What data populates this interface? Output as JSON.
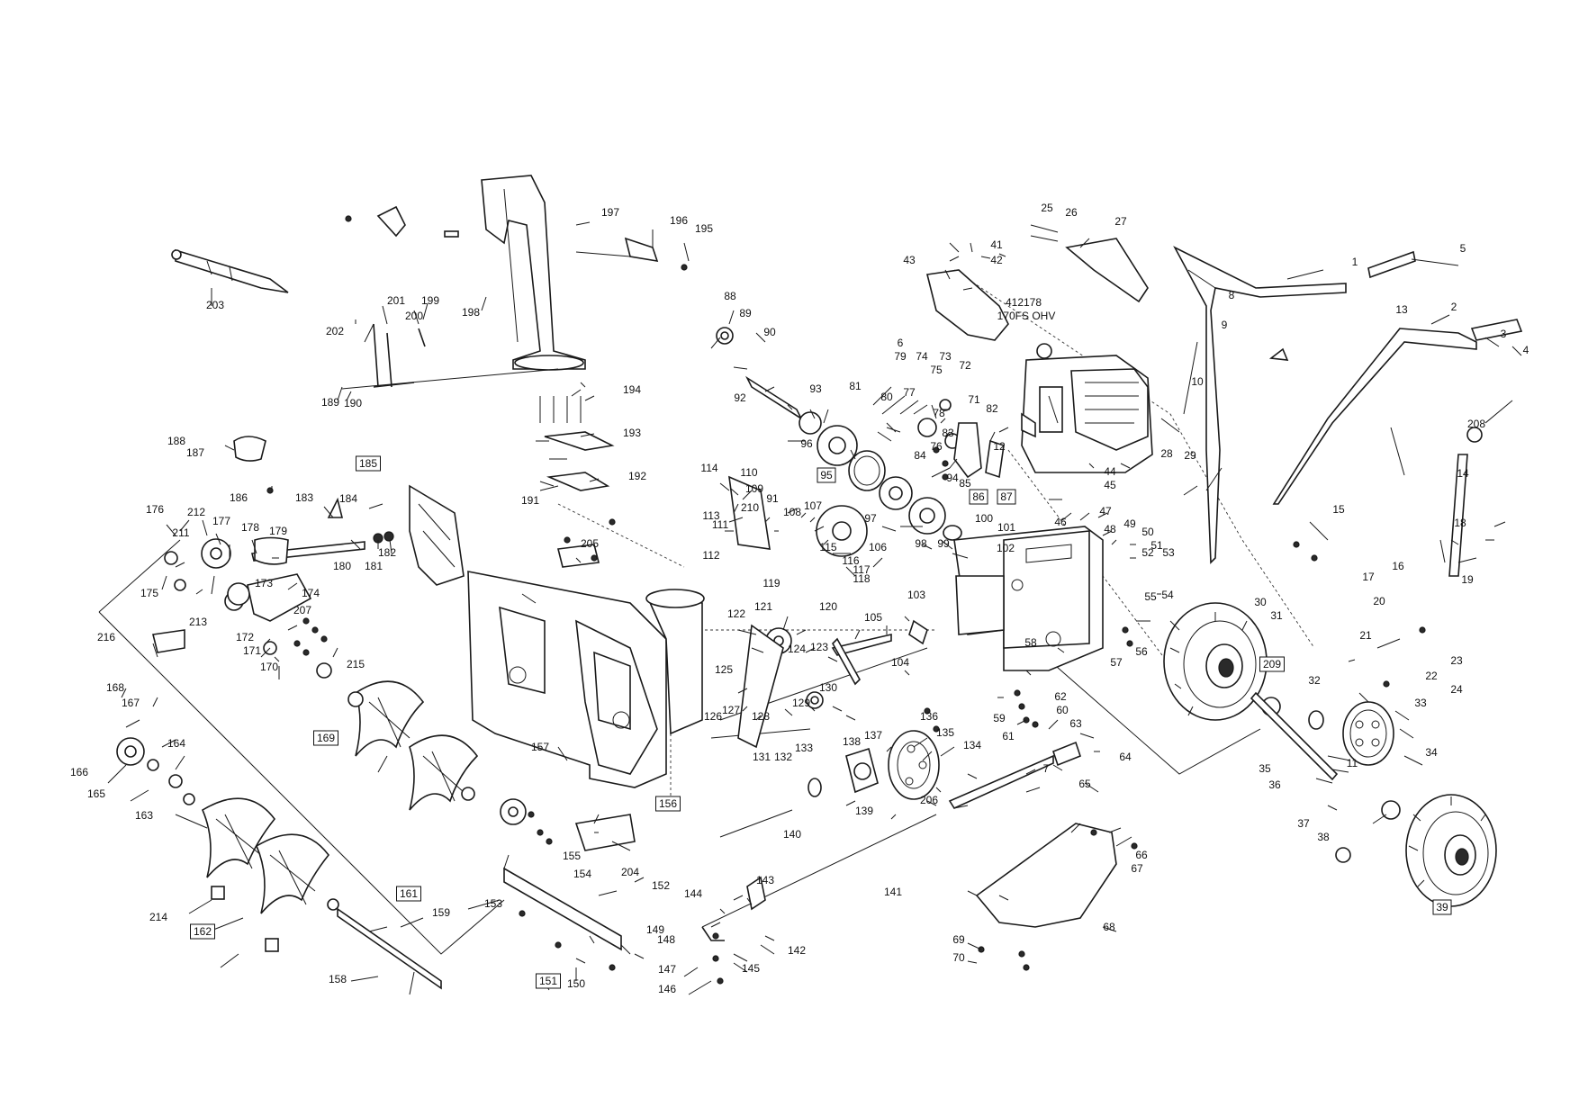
{
  "engine": {
    "model": "412178",
    "type": "170FS OHV"
  },
  "callouts": [
    "1",
    "2",
    "3",
    "4",
    "5",
    "6",
    "7",
    "8",
    "9",
    "10",
    "11",
    "12",
    "13",
    "14",
    "15",
    "16",
    "17",
    "18",
    "19",
    "20",
    "21",
    "22",
    "23",
    "24",
    "25",
    "26",
    "27",
    "28",
    "29",
    "30",
    "31",
    "32",
    "33",
    "34",
    "35",
    "36",
    "37",
    "38",
    "41",
    "42",
    "43",
    "44",
    "45",
    "46",
    "47",
    "48",
    "49",
    "50",
    "51",
    "52",
    "53",
    "54",
    "55",
    "56",
    "57",
    "58",
    "59",
    "60",
    "61",
    "62",
    "63",
    "64",
    "65",
    "66",
    "67",
    "68",
    "69",
    "70",
    "71",
    "72",
    "73",
    "74",
    "75",
    "76",
    "77",
    "78",
    "79",
    "80",
    "81",
    "82",
    "83",
    "84",
    "85",
    "88",
    "89",
    "90",
    "91",
    "92",
    "93",
    "94",
    "96",
    "97",
    "98",
    "99",
    "100",
    "101",
    "102",
    "103",
    "104",
    "105",
    "106",
    "107",
    "108",
    "109",
    "110",
    "111",
    "112",
    "113",
    "114",
    "115",
    "116",
    "117",
    "118",
    "119",
    "120",
    "121",
    "122",
    "123",
    "124",
    "125",
    "126",
    "127",
    "128",
    "129",
    "130",
    "131",
    "132",
    "133",
    "134",
    "135",
    "136",
    "137",
    "138",
    "139",
    "140",
    "141",
    "142",
    "143",
    "144",
    "145",
    "146",
    "147",
    "148",
    "149",
    "150",
    "152",
    "153",
    "154",
    "155",
    "157",
    "158",
    "159",
    "163",
    "164",
    "165",
    "166",
    "167",
    "168",
    "170",
    "171",
    "172",
    "173",
    "174",
    "175",
    "176",
    "177",
    "178",
    "179",
    "180",
    "181",
    "182",
    "183",
    "184",
    "186",
    "187",
    "188",
    "189",
    "190",
    "191",
    "192",
    "193",
    "194",
    "195",
    "196",
    "197",
    "198",
    "199",
    "200",
    "201",
    "202",
    "203",
    "204",
    "205",
    "206",
    "207",
    "208",
    "210",
    "211",
    "212",
    "213",
    "214",
    "215",
    "216"
  ],
  "boxed_callouts": [
    "39",
    "86",
    "87",
    "95",
    "151",
    "156",
    "161",
    "162",
    "169",
    "185",
    "209"
  ]
}
